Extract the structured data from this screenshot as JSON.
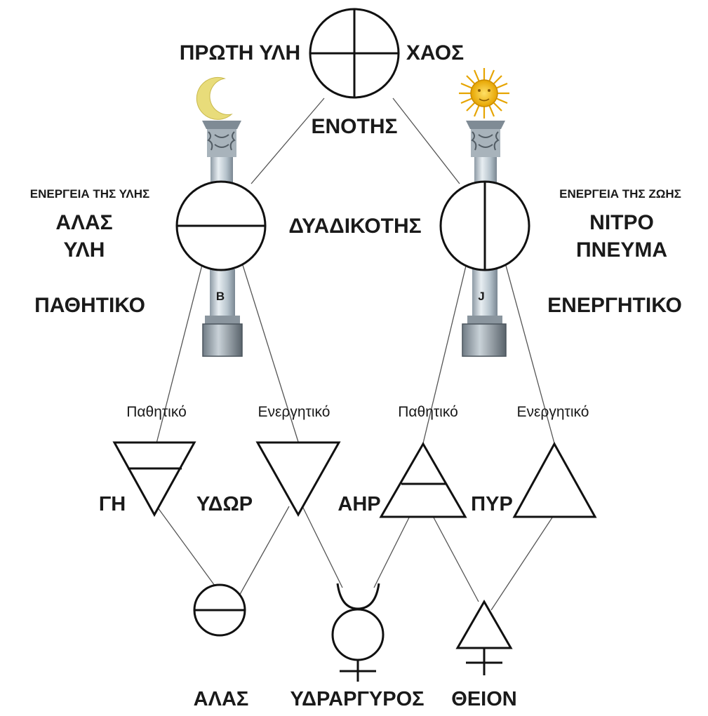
{
  "top": {
    "left_label": "ΠΡΩΤΗ ΥΛΗ",
    "right_label": "ΧΑΟΣ",
    "bottom_label": "ΕΝΟΤΗΣ"
  },
  "center_label": "ΔΥΑΔΙΚΟΤΗΣ",
  "left_side": {
    "energy_label": "ΕΝΕΡΓΕΙΑ ΤΗΣ ΥΛΗΣ",
    "line1": "ΑΛΑΣ",
    "line2": "ΥΛΗ",
    "quality": "ΠΑΘΗΤΙΚΟ",
    "pillar_letter": "B"
  },
  "right_side": {
    "energy_label": "ΕΝΕΡΓΕΙΑ ΤΗΣ ΖΩΗΣ",
    "line1": "ΝΙΤΡΟ",
    "line2": "ΠΝΕΥΜΑ",
    "quality": "ΕΝΕΡΓΗΤΙΚΟ",
    "pillar_letter": "J"
  },
  "branch_labels": {
    "b1": "Παθητικό",
    "b2": "Ενεργητικό",
    "b3": "Παθητικό",
    "b4": "Ενεργητικό"
  },
  "elements": {
    "earth": "ΓΗ",
    "water": "ΥΔΩΡ",
    "air": "ΑΗΡ",
    "fire": "ΠΥΡ"
  },
  "principles": {
    "salt": "ΑΛΑΣ",
    "mercury": "ΥΔΡΑΡΓΥΡΟΣ",
    "sulphur": "ΘΕΙΟΝ"
  },
  "icons": {
    "moon": "crescent-moon-icon",
    "sun": "sun-face-icon"
  },
  "colors": {
    "moon": "#e8dc7a",
    "sun": "#f5b800",
    "pillar": "#a9b6c0"
  }
}
